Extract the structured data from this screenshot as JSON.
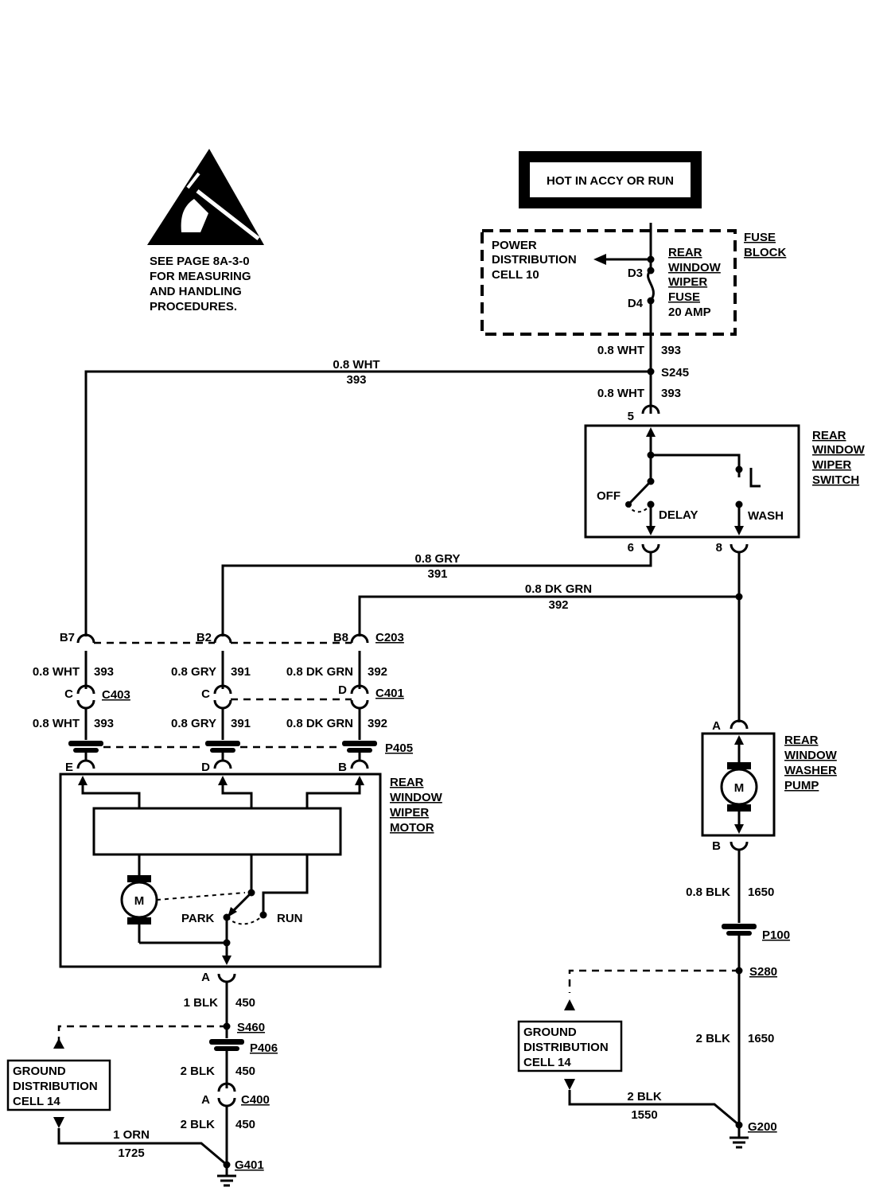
{
  "esd": {
    "note": [
      "SEE PAGE 8A-3-0",
      "FOR MEASURING",
      "AND HANDLING",
      "PROCEDURES."
    ],
    "icon": "esd-warning-icon"
  },
  "hot_label": "HOT IN ACCY OR RUN",
  "fuse_block": {
    "title": [
      "FUSE",
      "BLOCK"
    ],
    "power_distribution": [
      "POWER",
      "DISTRIBUTION",
      "CELL 10"
    ],
    "fuse_name": [
      "REAR",
      "WINDOW",
      "WIPER",
      "FUSE"
    ],
    "fuse_rating": "20 AMP",
    "pin_in": "D3",
    "pin_out": "D4"
  },
  "wires": {
    "w393_color": "0.8 WHT",
    "w393_circuit": "393",
    "w391_color": "0.8 GRY",
    "w391_circuit": "391",
    "w392_color": "0.8 DK GRN",
    "w392_circuit": "392",
    "w450a_color": "1 BLK",
    "w450_circuit": "450",
    "w450b_color": "2 BLK",
    "w1725_color": "1 ORN",
    "w1725_circuit": "1725",
    "w1650a_color": "0.8 BLK",
    "w1650_circuit": "1650",
    "w1650b_color": "2 BLK",
    "w1550_color": "2 BLK",
    "w1550_circuit": "1550"
  },
  "splices": {
    "s245": "S245",
    "s460": "S460",
    "s280": "S280"
  },
  "connectors": {
    "c203": "C203",
    "c403": "C403",
    "c401": "C401",
    "c400": "C400",
    "p405": "P405",
    "p406": "P406",
    "p100": "P100",
    "g401": "G401",
    "g200": "G200"
  },
  "pins": {
    "b7": "B7",
    "b2": "B2",
    "b8": "B8",
    "c": "C",
    "d": "D",
    "e": "E",
    "b": "B",
    "a": "A",
    "five": "5",
    "six": "6",
    "eight": "8"
  },
  "switch": {
    "title": [
      "REAR",
      "WINDOW",
      "WIPER",
      "SWITCH"
    ],
    "off": "OFF",
    "delay": "DELAY",
    "wash": "WASH"
  },
  "wiper_motor": {
    "title": [
      "REAR",
      "WINDOW",
      "WIPER",
      "MOTOR"
    ],
    "park": "PARK",
    "run": "RUN",
    "motor": "M"
  },
  "washer_pump": {
    "title": [
      "REAR",
      "WINDOW",
      "WASHER",
      "PUMP"
    ],
    "motor": "M"
  },
  "ground_distribution": [
    "GROUND",
    "DISTRIBUTION",
    "CELL 14"
  ]
}
